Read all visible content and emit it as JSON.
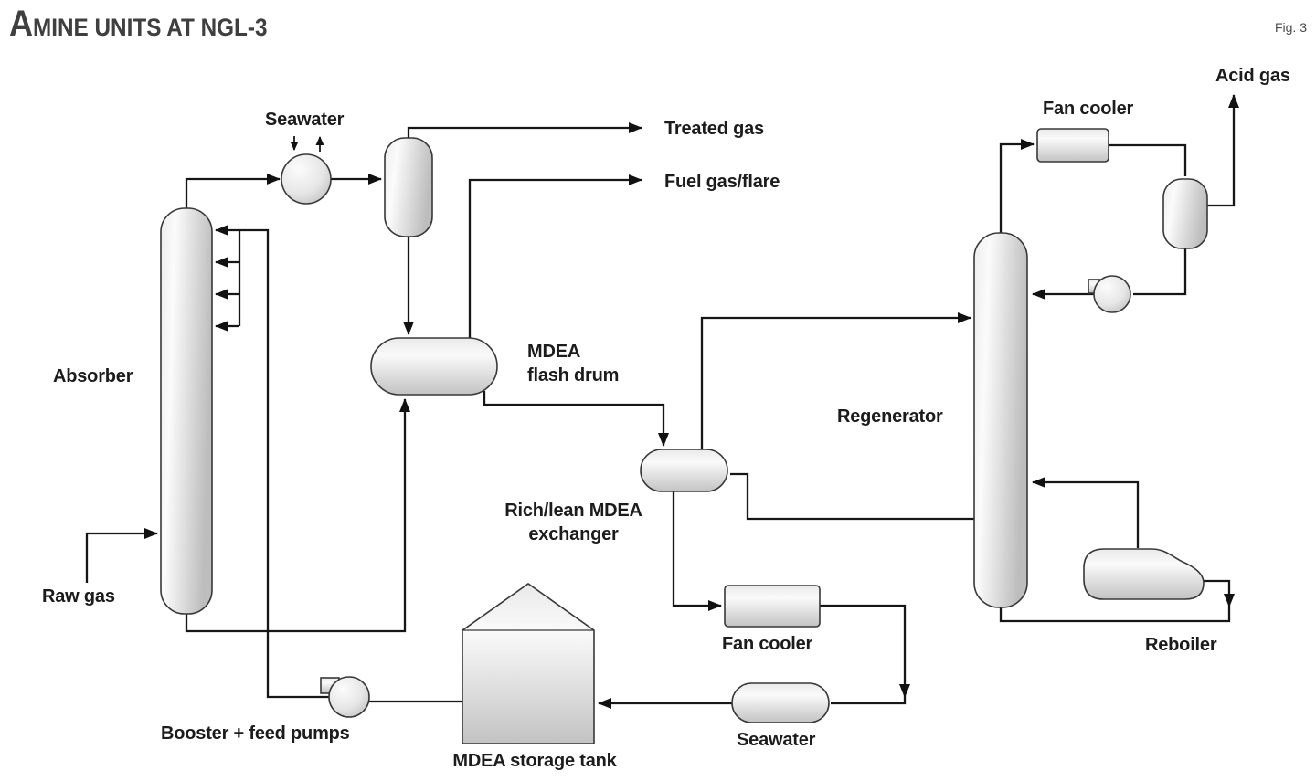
{
  "title": "Amine units at NGL-3",
  "figure_ref": "Fig. 3",
  "labels": {
    "absorber": "Absorber",
    "raw_gas": "Raw gas",
    "seawater_top": "Seawater",
    "treated_gas": "Treated gas",
    "fuel_gas_flare": "Fuel gas/flare",
    "flash_drum_line1": "MDEA",
    "flash_drum_line2": "flash drum",
    "exchanger_line1": "Rich/lean MDEA",
    "exchanger_line2": "exchanger",
    "fan_cooler_bottom": "Fan cooler",
    "seawater_bottom": "Seawater",
    "storage_tank": "MDEA storage tank",
    "booster_pumps": "Booster + feed pumps",
    "regenerator": "Regenerator",
    "fan_cooler_top": "Fan cooler",
    "acid_gas": "Acid gas",
    "reboiler": "Reboiler"
  },
  "colors": {
    "line": "#161616",
    "label_text": "#1c1c1c",
    "title_text": "#3f3f3f",
    "vessel_stroke": "#383838",
    "vessel_fill_light": "#fafafa",
    "vessel_fill_dark": "#bdbdbd",
    "background": "#ffffff"
  }
}
